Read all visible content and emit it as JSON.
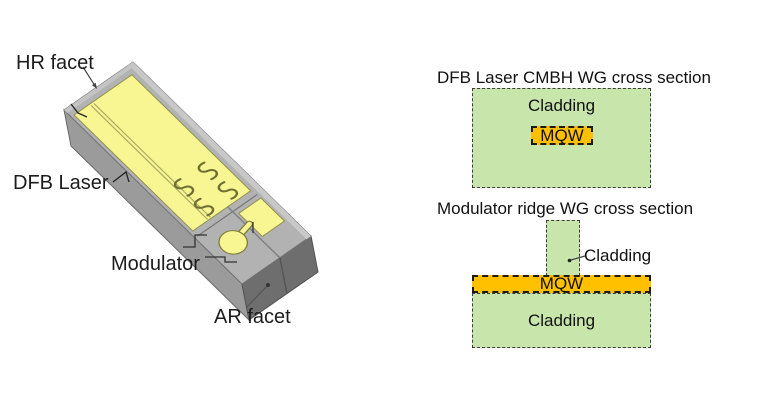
{
  "figure": {
    "colors": {
      "cladding_green": "#C8E6AB",
      "mqw_orange": "#FFC000",
      "pad_yellow": "#F8F692",
      "chip_top_gray": "#B2B2B2",
      "chip_side_gray": "#9B9B9B",
      "chip_front_gray": "#6E6E6E"
    },
    "chip": {
      "labels": {
        "hr_facet": "HR facet",
        "dfb_laser": "DFB Laser",
        "modulator": "Modulator",
        "ar_facet": "AR facet"
      }
    },
    "cross_sections": {
      "dfb": {
        "title": "DFB Laser CMBH WG cross section",
        "cladding": "Cladding",
        "mqw": "MQW"
      },
      "modulator": {
        "title": "Modulator ridge WG cross section",
        "ridge_cladding": "Cladding",
        "mqw": "MQW",
        "lower_cladding": "Cladding"
      }
    }
  }
}
